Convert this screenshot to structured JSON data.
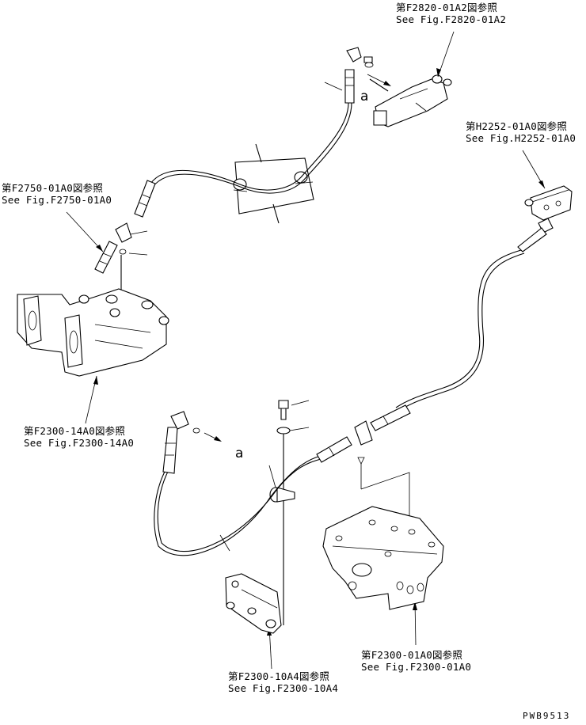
{
  "references": [
    {
      "id": "f2820",
      "jp": "第F2820-01A2図参照",
      "en": "See Fig.F2820-01A2"
    },
    {
      "id": "h2252",
      "jp": "第H2252-01A0図参照",
      "en": "See Fig.H2252-01A0"
    },
    {
      "id": "f2750",
      "jp": "第F2750-01A0図参照",
      "en": "See Fig.F2750-01A0"
    },
    {
      "id": "f2300_14",
      "jp": "第F2300-14A0図参照",
      "en": "See Fig.F2300-14A0"
    },
    {
      "id": "f2300_01",
      "jp": "第F2300-01A0図参照",
      "en": "See Fig.F2300-01A0"
    },
    {
      "id": "f2300_10",
      "jp": "第F2300-10A4図参照",
      "en": "See Fig.F2300-10A4"
    }
  ],
  "connection_marks": [
    "a",
    "a"
  ],
  "drawing_code": "PWB9513"
}
